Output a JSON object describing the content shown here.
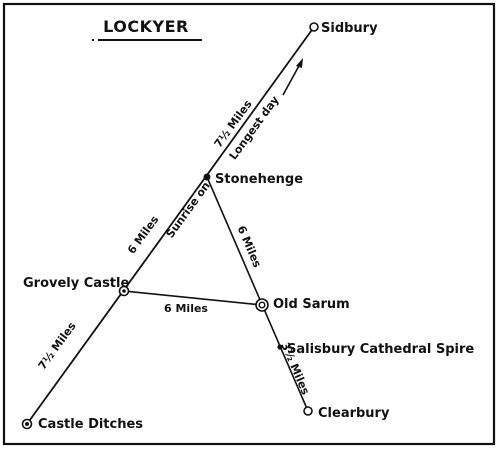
{
  "title": "LOCKYER",
  "places": {
    "sidbury": "Sidbury",
    "stonehenge": "Stonehenge",
    "grovely_castle": "Grovely Castle",
    "old_sarum": "Old Sarum",
    "salisbury_spire": "Salisbury Cathedral Spire",
    "clearbury": "Clearbury",
    "castle_ditches": "Castle Ditches"
  },
  "distances": {
    "stonehenge_sidbury": "7½ Miles",
    "grovely_stonehenge": "6 Miles",
    "castle_ditches_grovely": "7½ Miles",
    "grovely_old_sarum": "6 Miles",
    "stonehenge_old_sarum": "6 Miles",
    "old_sarum_clearbury": "3½ Miles"
  },
  "annotations": {
    "sunrise": "Sunrise on",
    "longest_day": "Longest day"
  },
  "colors": {
    "ink": "#111111",
    "paper": "#ffffff"
  }
}
